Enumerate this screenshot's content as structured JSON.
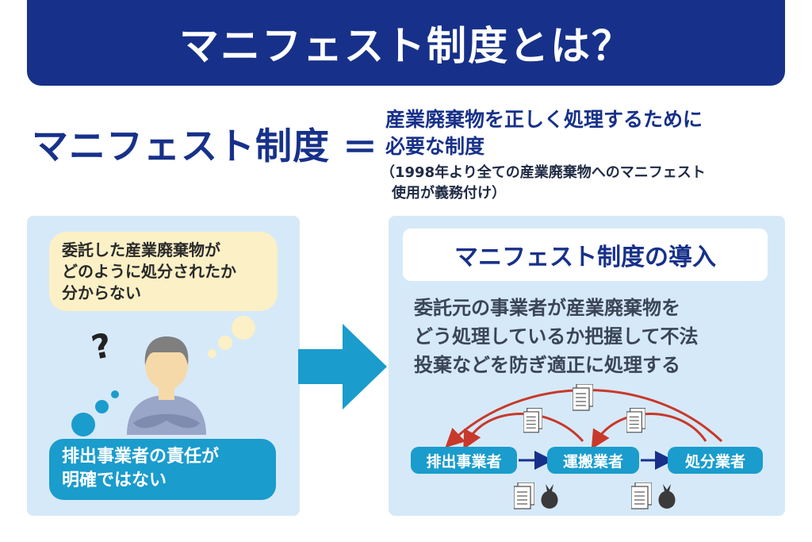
{
  "title": "マニフェスト制度とは？",
  "definition": {
    "term": "マニフェスト制度",
    "equals": "＝",
    "text_line1": "産業廃棄物を正しく処理するために",
    "text_line2": "必要な制度",
    "note_line1": "（1998年より全ての産業廃棄物へのマニフェスト",
    "note_line2": "使用が義務付け）"
  },
  "left_panel": {
    "thought_line1": "委託した産業廃棄物が",
    "thought_line2": "どのように処分されたか",
    "thought_line3": "分からない",
    "question_mark": "?",
    "responsibility_line1": "排出事業者の責任が",
    "responsibility_line2": "明確ではない"
  },
  "right_panel": {
    "heading": "マニフェスト制度の導入",
    "desc_line1": "委託元の事業者が産業廃棄物を",
    "desc_line2": "どう処理しているか把握して不法",
    "desc_line3": "投棄などを防ぎ適正に処理する",
    "flow": [
      "排出事業者",
      "運搬業者",
      "処分業者"
    ]
  },
  "colors": {
    "navy": "#17318a",
    "cyan": "#1a9ccd",
    "panel_bg": "#d6e9f8",
    "bubble": "#fbf0c6",
    "red_arrow": "#c8392b",
    "person_fill": "#9aa6c8"
  },
  "icons": [
    "person-icon",
    "document-icon",
    "garbage-bag-icon",
    "right-arrow-icon"
  ]
}
